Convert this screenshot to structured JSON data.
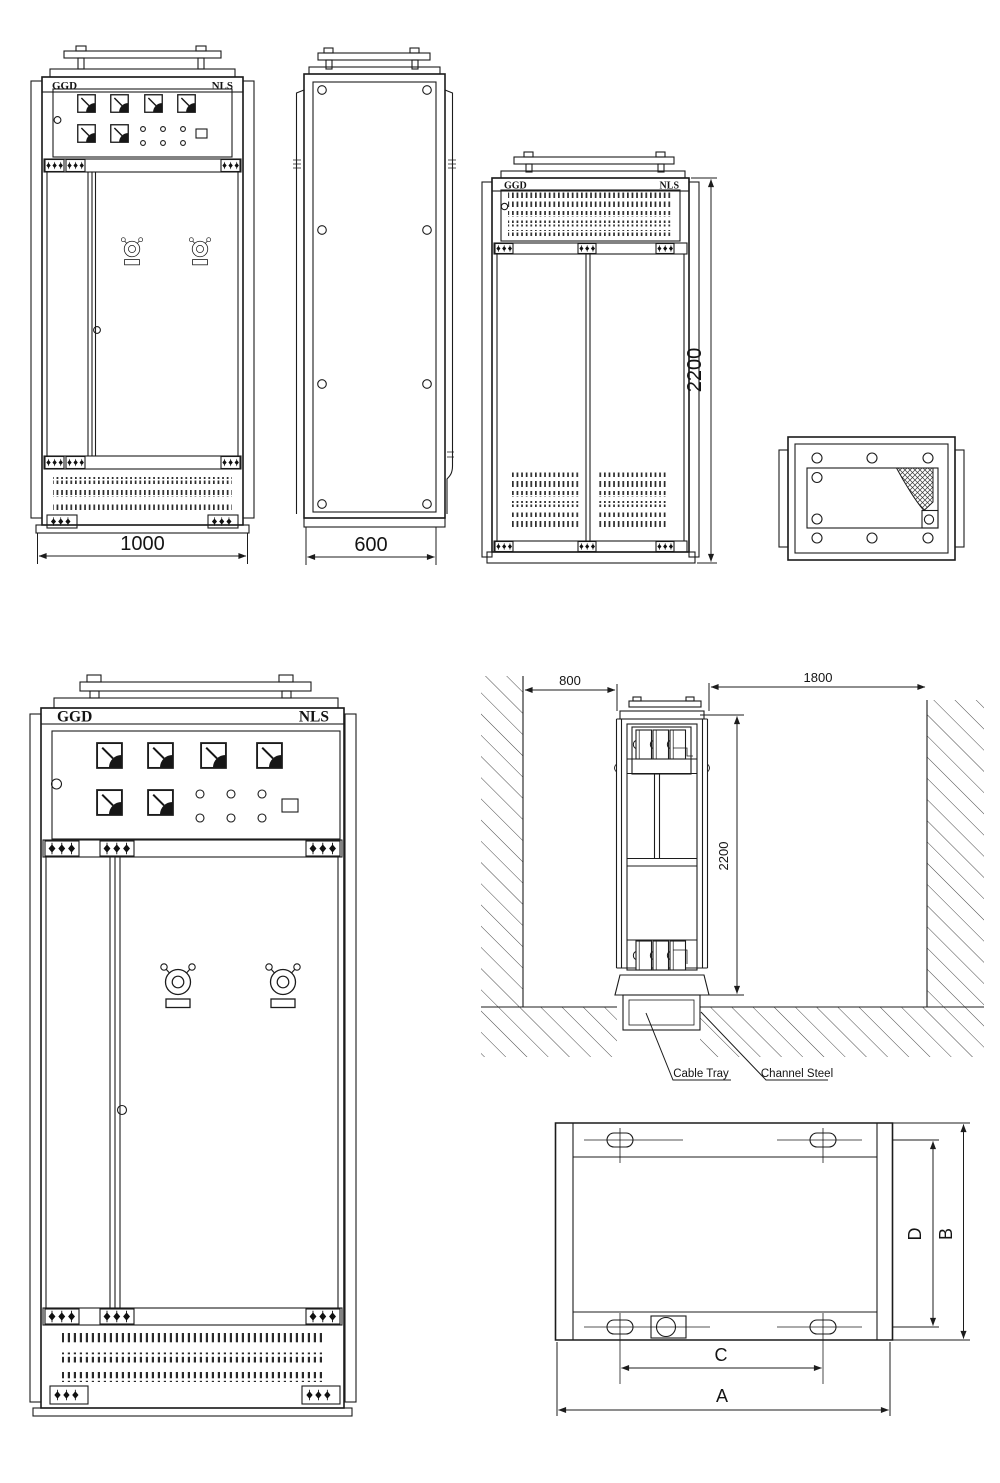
{
  "front_view": {
    "label_left": "GGD",
    "label_right": "NLS",
    "width_dim": "1000"
  },
  "side_view": {
    "depth_dim": "600"
  },
  "rear_view": {
    "label_left": "GGD",
    "label_right": "NLS",
    "height_dim": "2200"
  },
  "large_front_view": {
    "label_left": "GGD",
    "label_right": "NLS"
  },
  "installation_view": {
    "rear_clearance_dim": "800",
    "front_clearance_dim": "1800",
    "height_dim": "2200",
    "cable_tray_label": "Cable Tray",
    "channel_steel_label": "Channel Steel"
  },
  "foundation_plan": {
    "dim_a": "A",
    "dim_b": "B",
    "dim_c": "C",
    "dim_d": "D"
  },
  "colors": {
    "line": "#1c1c1c",
    "background": "#ffffff"
  }
}
